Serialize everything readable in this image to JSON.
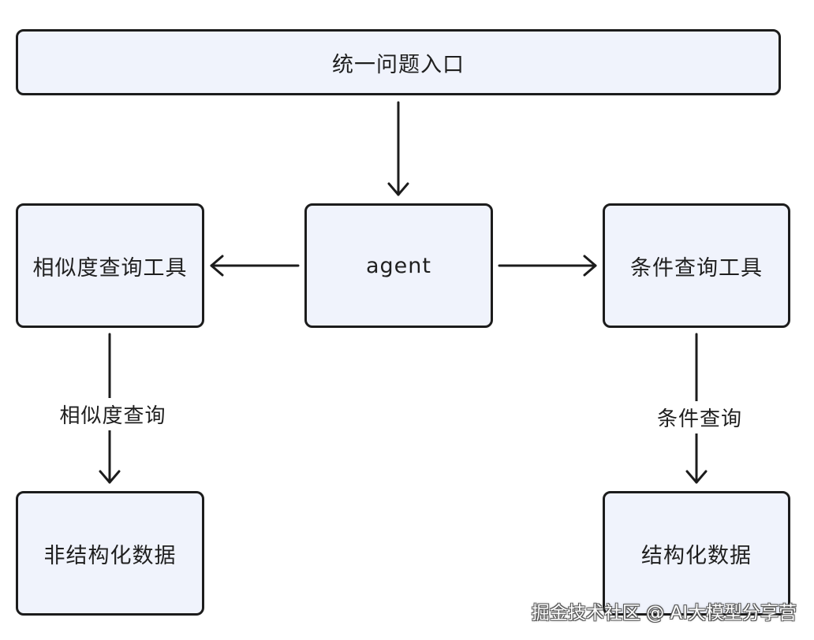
{
  "nodes": {
    "entry": "统一问题入口",
    "agent": "agent",
    "similarity_tool": "相似度查询工具",
    "condition_tool": "条件查询工具",
    "unstructured_data": "非结构化数据",
    "structured_data": "结构化数据"
  },
  "edge_labels": {
    "similarity_query": "相似度查询",
    "condition_query": "条件查询"
  },
  "watermark": "掘金技术社区 @ AI大模型分享营",
  "colors": {
    "node_fill": "#f0f3fc",
    "stroke": "#1c1c1c"
  }
}
